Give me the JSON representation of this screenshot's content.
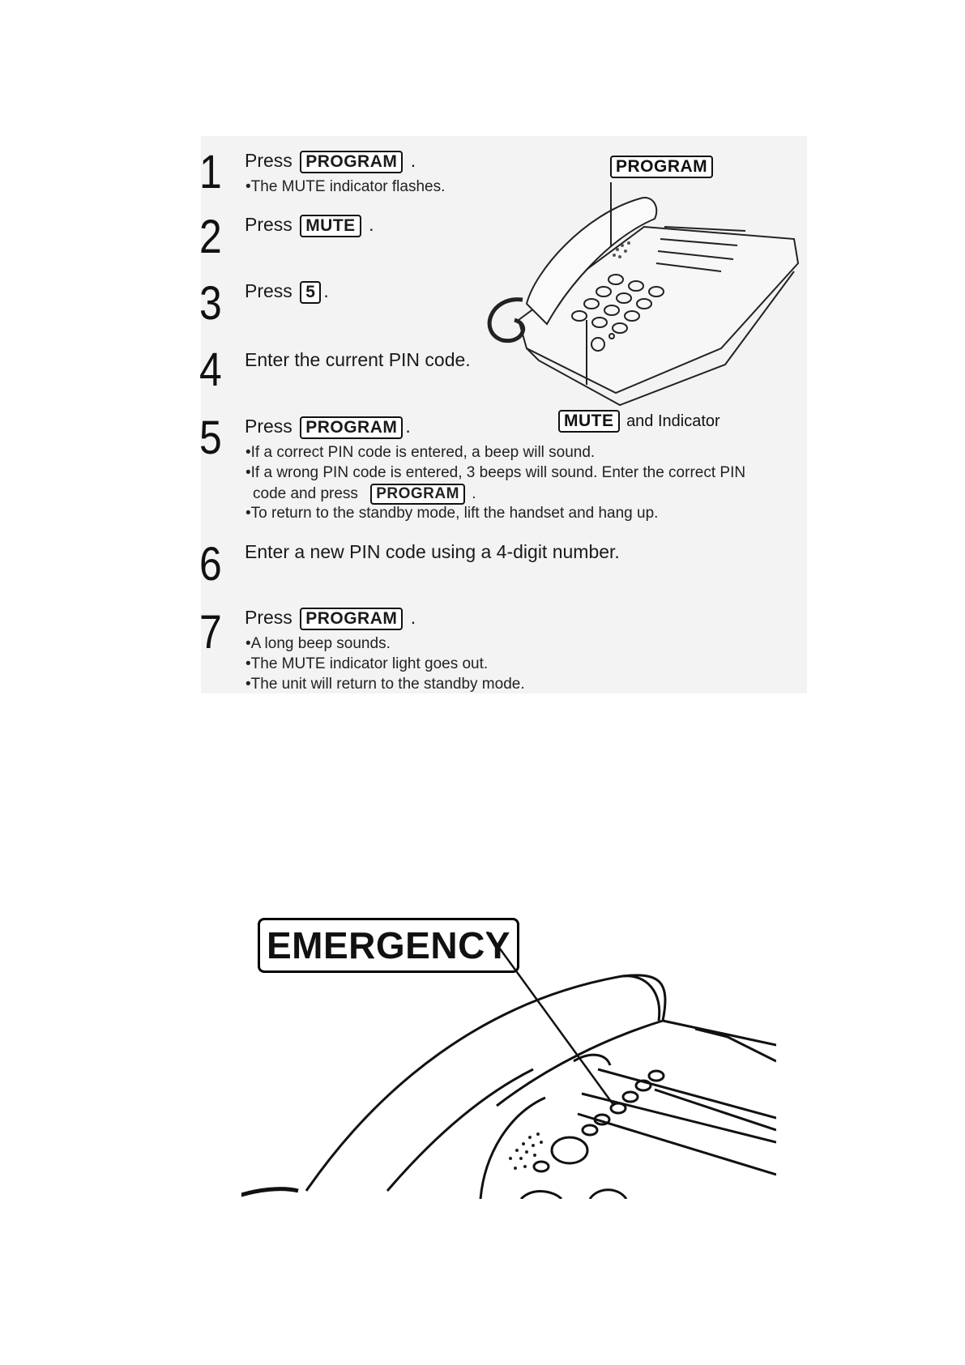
{
  "steps": [
    {
      "num": "1",
      "text": "Press",
      "key": "PROGRAM",
      "after": ".",
      "bullets": [
        "•The MUTE indicator flashes."
      ]
    },
    {
      "num": "2",
      "text": "Press",
      "key": "MUTE",
      "after": ".",
      "bullets": []
    },
    {
      "num": "3",
      "text": "Press",
      "key": "5",
      "after": ".",
      "bullets": []
    },
    {
      "num": "4",
      "text": "Enter the current PIN code.",
      "bullets": []
    },
    {
      "num": "5",
      "text": "Press",
      "key": "PROGRAM",
      "after": ".",
      "bullets": [
        "•If a correct PIN code is entered, a beep will sound.",
        "•If a wrong PIN code is entered, 3 beeps will sound. Enter the correct PIN",
        "code and press",
        "•To return to the standby mode, lift the handset and hang up."
      ],
      "inline_key": "PROGRAM",
      "inline_after": "."
    },
    {
      "num": "6",
      "text": "Enter a new PIN code using a 4-digit number.",
      "bullets": []
    },
    {
      "num": "7",
      "text": "Press",
      "key": "PROGRAM",
      "after": ".",
      "bullets": [
        "•A long beep sounds.",
        "•The MUTE indicator light goes out.",
        "•The unit will return to the standby mode."
      ]
    }
  ],
  "illustration": {
    "program_label": "PROGRAM",
    "mute_label": "MUTE",
    "mute_suffix": "and Indicator"
  },
  "emergency": {
    "label": "EMERGENCY"
  }
}
